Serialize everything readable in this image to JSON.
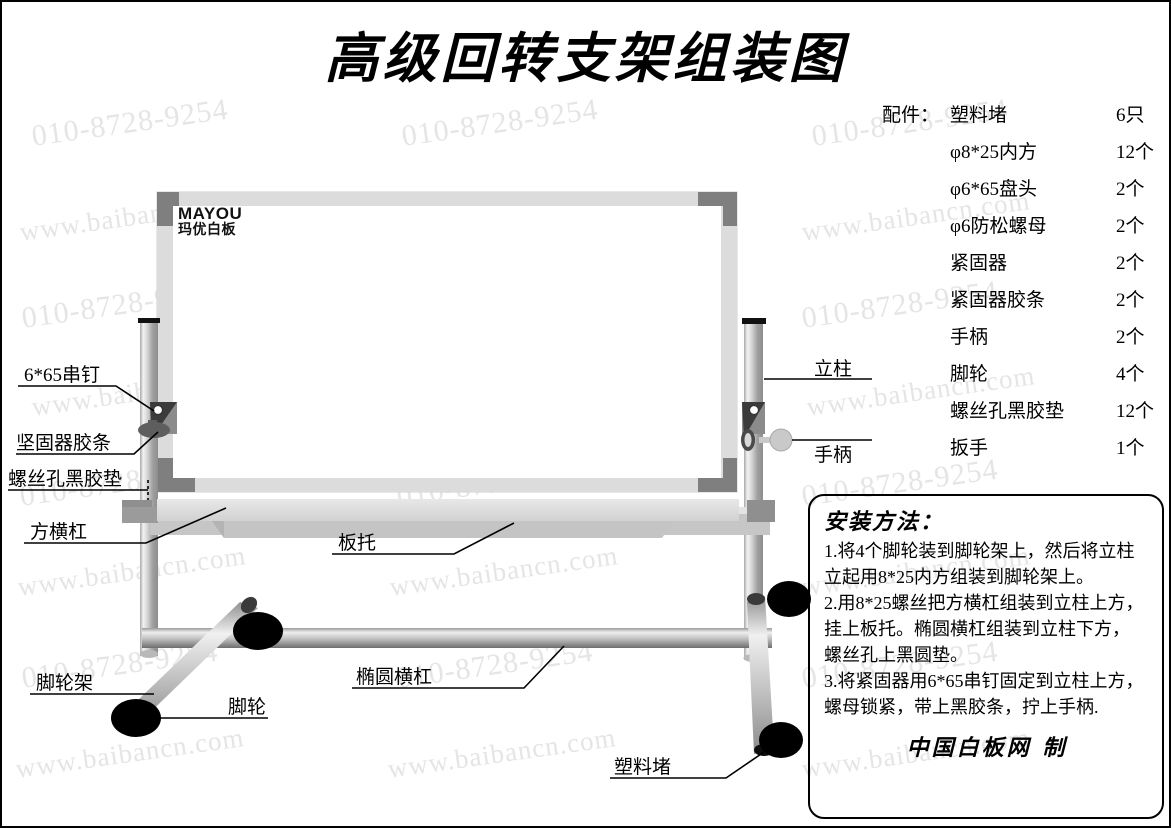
{
  "document": {
    "title": "高级回转支架组装图"
  },
  "watermark": {
    "phone": "010-8728-9254",
    "site": "www.baibancn.com",
    "color": "#e6e4e4"
  },
  "board": {
    "brand_en": "MAYOU",
    "brand_cn": "玛优白板",
    "frame_color": "#d9d9d9",
    "corner_color": "#808080",
    "surface_color": "#ffffff"
  },
  "parts": {
    "prefix_label": "配件：",
    "items": [
      {
        "prefix": "配件：",
        "name": "塑料堵",
        "qty": "6只"
      },
      {
        "prefix": "",
        "name": "φ8*25内方",
        "qty": "12个"
      },
      {
        "prefix": "",
        "name": "φ6*65盘头",
        "qty": "2个"
      },
      {
        "prefix": "",
        "name": "φ6防松螺母",
        "qty": "2个"
      },
      {
        "prefix": "",
        "name": "紧固器",
        "qty": "2个"
      },
      {
        "prefix": "",
        "name": "紧固器胶条",
        "qty": "2个"
      },
      {
        "prefix": "",
        "name": "手柄",
        "qty": "2个"
      },
      {
        "prefix": "",
        "name": "脚轮",
        "qty": "4个"
      },
      {
        "prefix": "",
        "name": "螺丝孔黑胶垫",
        "qty": "12个"
      },
      {
        "prefix": "",
        "name": "扳手",
        "qty": "1个"
      }
    ]
  },
  "instructions": {
    "title": "安装方法：",
    "lines": [
      "1.将4个脚轮装到脚轮架上，然后将立柱",
      "立起用8*25内方组装到脚轮架上。",
      "2.用8*25螺丝把方横杠组装到立柱上方，",
      "挂上板托。椭圆横杠组装到立柱下方，",
      "螺丝孔上黑圆垫。",
      "3.将紧固器用6*65串钉固定到立柱上方，",
      "螺母锁紧，带上黑胶条，拧上手柄."
    ],
    "credit": "中国白板网 制"
  },
  "callouts": {
    "screw": "6*65串钉",
    "fastener_strip": "坚固器胶条",
    "screw_hole_pad": "螺丝孔黑胶垫",
    "square_bar": "方横杠",
    "board_tray": "板托",
    "caster_frame": "脚轮架",
    "caster": "脚轮",
    "oval_bar": "椭圆横杠",
    "plastic_plug": "塑料堵",
    "column": "立柱",
    "handle": "手柄"
  }
}
